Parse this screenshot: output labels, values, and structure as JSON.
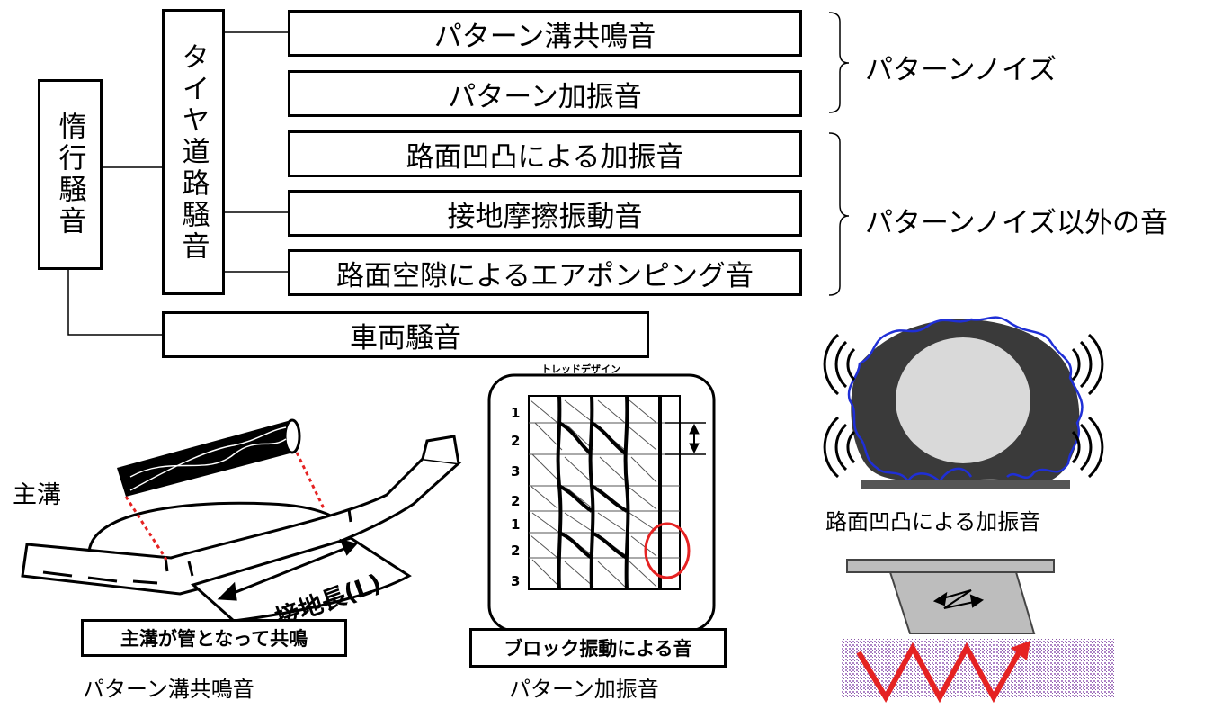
{
  "tree": {
    "root": "惰行騒音",
    "tire_road": "タイヤ道路騒音",
    "vehicle": "車両騒音",
    "items": [
      "パターン溝共鳴音",
      "パターン加振音",
      "路面凹凸による加振音",
      "接地摩擦振動音",
      "路面空隙によるエアポンピング音"
    ],
    "group_pattern": "パターンノイズ",
    "group_other": "パターンノイズ以外の音"
  },
  "illus_groove": {
    "main_groove_label": "主溝",
    "contact_length_label": "接地長(L)",
    "box_caption": "主溝が管となって共鳴",
    "caption": "パターン溝共鳴音"
  },
  "illus_tread": {
    "title": "トレッドデザイン",
    "pitch_numbers": [
      "1",
      "2",
      "3",
      "2",
      "1",
      "2",
      "3"
    ],
    "box_caption": "ブロック振動による音",
    "caption": "パターン加振音"
  },
  "illus_tire": {
    "caption": "路面凹凸による加振音"
  },
  "colors": {
    "line": "#000000",
    "tire": "#3a3a3a",
    "hub": "#d9d9d9",
    "wave": "#1f2fd6",
    "red": "#e52222",
    "road_texture": "#c7a6d9"
  }
}
